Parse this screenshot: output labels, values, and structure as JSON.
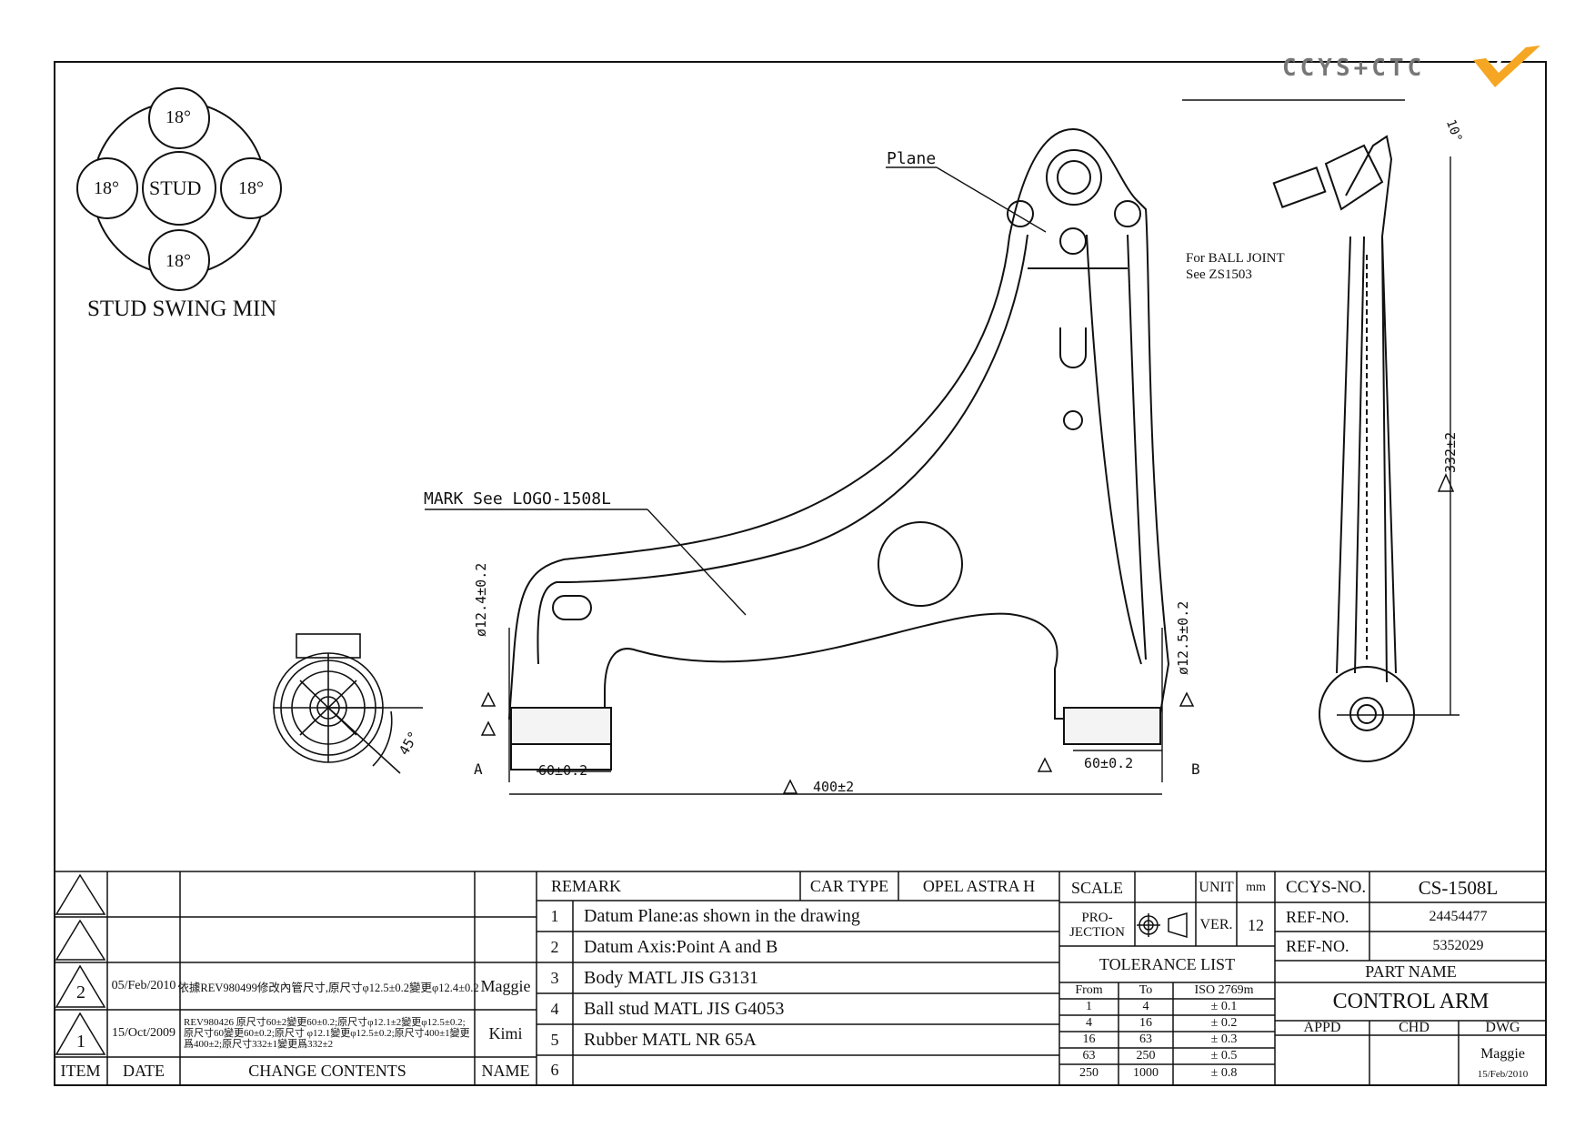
{
  "logo": {
    "text": "CCYS+CTC"
  },
  "stud_swing": {
    "center": "STUD",
    "angles": [
      "18°",
      "18°",
      "18°",
      "18°"
    ],
    "caption": "STUD SWING MIN"
  },
  "drawing_labels": {
    "plane": "Plane",
    "mark": "MARK See LOGO-1508L",
    "ball_joint_1": "For BALL JOINT",
    "ball_joint_2": "See ZS1503",
    "dia_left": "ø12.4±0.2",
    "dia_right": "ø12.5±0.2",
    "w_left": "60±0.2",
    "w_right": "60±0.2",
    "length": "400±2",
    "height": "332±2",
    "angle_bush": "45°",
    "angle_ball": "10°",
    "point_a": "A",
    "point_b": "B"
  },
  "revisions": {
    "headers": {
      "item": "ITEM",
      "date": "DATE",
      "contents": "CHANGE CONTENTS",
      "name": "NAME"
    },
    "rows": [
      {
        "item": "2",
        "date": "05/Feb/2010",
        "contents": "依據REV980499修改內管尺寸,原尺寸φ12.5±0.2變更φ12.4±0.2",
        "name": "Maggie"
      },
      {
        "item": "1",
        "date": "15/Oct/2009",
        "contents": "REV980426 原尺寸60±2變更60±0.2;原尺寸φ12.1±2變更φ12.5±0.2;原尺寸60變更60±0.2;原尺寸 φ12.1變更φ12.5±0.2;原尺寸400±1變更爲400±2;原尺寸332±1變更爲332±2",
        "name": "Kimi"
      }
    ]
  },
  "remarks": {
    "header": "REMARK",
    "car_type_label": "CAR TYPE",
    "car_type": "OPEL ASTRA H",
    "items": [
      {
        "no": "1",
        "text": "Datum Plane:as shown in the drawing"
      },
      {
        "no": "2",
        "text": "Datum Axis:Point A and B"
      },
      {
        "no": "3",
        "text": "Body MATL JIS G3131"
      },
      {
        "no": "4",
        "text": "Ball stud MATL JIS G4053"
      },
      {
        "no": "5",
        "text": "Rubber MATL NR 65A"
      },
      {
        "no": "6",
        "text": ""
      }
    ]
  },
  "title_block": {
    "scale_label": "SCALE",
    "unit_label": "UNIT",
    "unit": "mm",
    "projection_label": "PRO-\nJECTION",
    "ver_label": "VER.",
    "ver": "12",
    "tolerance_title": "TOLERANCE LIST",
    "tol_headers": {
      "from": "From",
      "to": "To",
      "iso": "ISO 2769m"
    },
    "tolerances": [
      {
        "from": "1",
        "to": "4",
        "tol": "± 0.1"
      },
      {
        "from": "4",
        "to": "16",
        "tol": "± 0.2"
      },
      {
        "from": "16",
        "to": "63",
        "tol": "± 0.3"
      },
      {
        "from": "63",
        "to": "250",
        "tol": "± 0.5"
      },
      {
        "from": "250",
        "to": "1000",
        "tol": "± 0.8"
      }
    ],
    "ccys_label": "CCYS-NO.",
    "ccys_no": "CS-1508L",
    "ref_label": "REF-NO.",
    "ref_no_1": "24454477",
    "ref_no_2": "5352029",
    "part_name_label": "PART NAME",
    "part_name": "CONTROL ARM",
    "appd": "APPD",
    "chd": "CHD",
    "dwg": "DWG",
    "dwg_name": "Maggie",
    "dwg_date": "15/Feb/2010"
  }
}
